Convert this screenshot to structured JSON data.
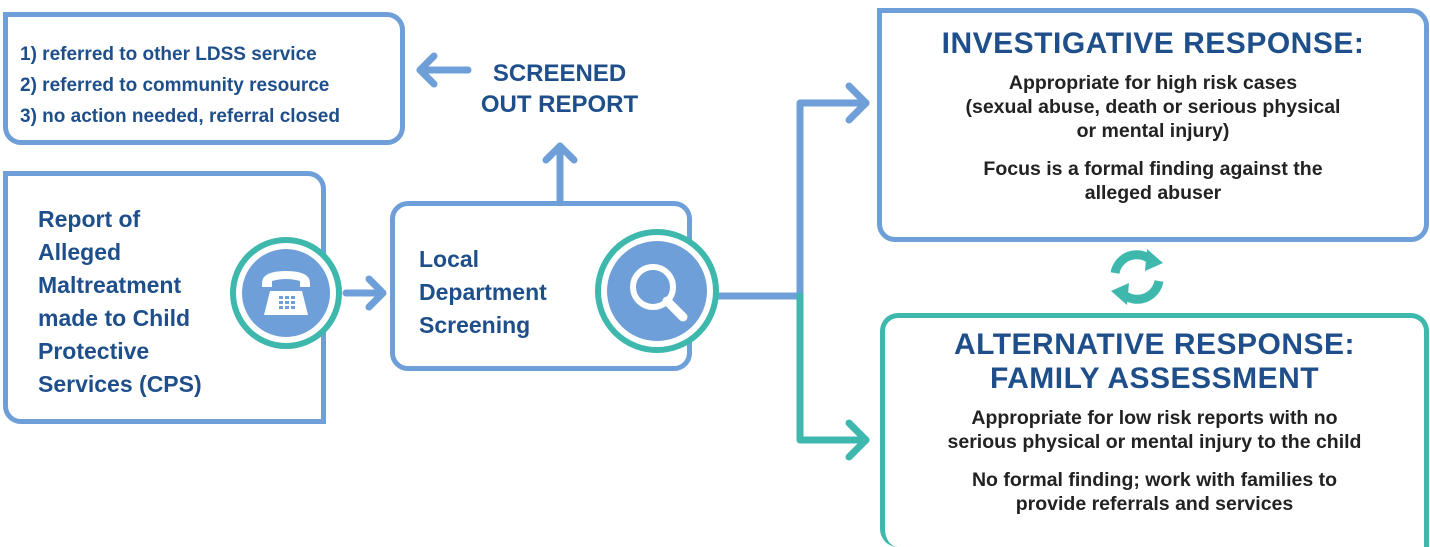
{
  "screened_out": {
    "items": [
      "1) referred to other LDSS service",
      "2) referred to community resource",
      "3) no action needed, referral closed"
    ],
    "label_line1": "SCREENED",
    "label_line2": "OUT REPORT"
  },
  "report": {
    "lines": [
      "Report of",
      "Alleged",
      "Maltreatment",
      "made to Child",
      "Protective",
      "Services (CPS)"
    ]
  },
  "screening": {
    "lines": [
      "Local",
      "Department",
      "Screening"
    ]
  },
  "investigative": {
    "title": "INVESTIGATIVE RESPONSE:",
    "para1_lines": [
      "Appropriate for high risk cases",
      "(sexual abuse, death or serious physical",
      "or mental injury)"
    ],
    "para2_lines": [
      "Focus is a formal finding against the",
      "alleged abuser"
    ]
  },
  "alternative": {
    "title_line1": "ALTERNATIVE RESPONSE:",
    "title_line2": "FAMILY ASSESSMENT",
    "para1_lines": [
      "Appropriate for low risk reports with no",
      "serious physical or mental injury to the child"
    ],
    "para2_lines": [
      "No formal finding; work with families to",
      "provide referrals and services"
    ]
  },
  "colors": {
    "blue": "#6f9fd8",
    "teal": "#3eb8ad",
    "navy_text": "#1f4f8b"
  },
  "icons": {
    "report": "telephone-icon",
    "screening": "magnifier-icon",
    "cycle": "cycle-arrows-icon"
  }
}
